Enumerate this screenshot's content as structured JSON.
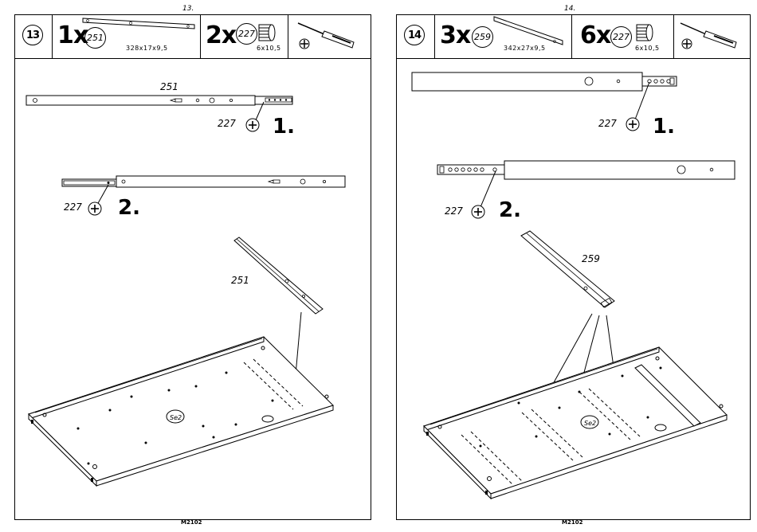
{
  "left": {
    "page_number": "13.",
    "step": "13",
    "item1": {
      "qty": "1x",
      "part": "251",
      "dims": "328x17x9,5"
    },
    "item2": {
      "qty": "2x",
      "part": "227",
      "dims": "6x10,5"
    },
    "tool": "screwdriver",
    "labels": {
      "part_top": "251",
      "screw1": "227",
      "step1": "1.",
      "screw2": "227",
      "step2": "2.",
      "part_iso": "251",
      "board": "Se2"
    },
    "footer": "M2102"
  },
  "right": {
    "page_number": "14.",
    "step": "14",
    "item1": {
      "qty": "3x",
      "part": "259",
      "dims": "342x27x9,5"
    },
    "item2": {
      "qty": "6x",
      "part": "227",
      "dims": "6x10,5"
    },
    "tool": "screwdriver",
    "labels": {
      "screw1": "227",
      "step1": "1.",
      "screw2": "227",
      "step2": "2.",
      "part_iso": "259",
      "board": "Se2"
    },
    "footer": "M2102"
  }
}
